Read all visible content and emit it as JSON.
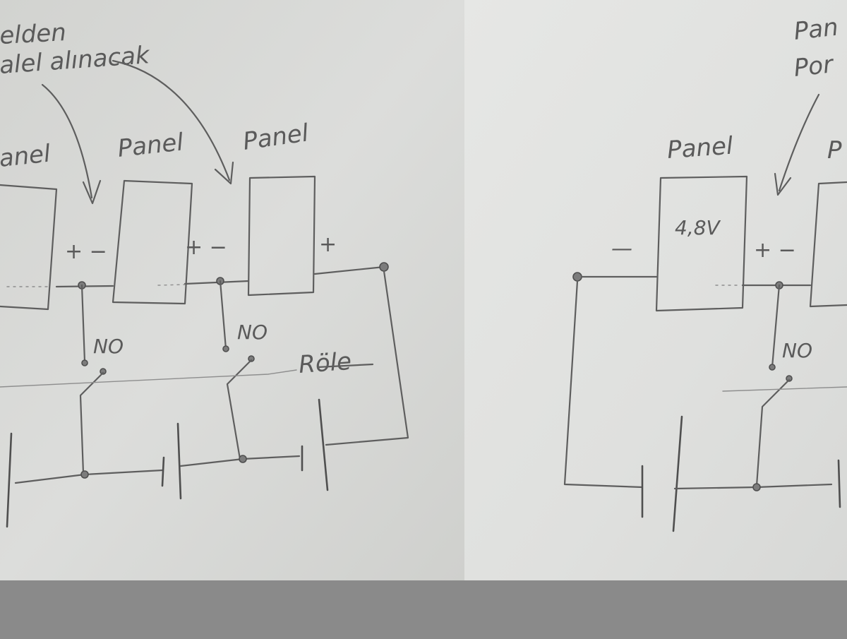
{
  "left_sketch": {
    "note_lines": [
      "elden",
      "alel alınacak"
    ],
    "panel_labels": [
      "anel",
      "Panel",
      "Panel"
    ],
    "sign_pairs": [
      "+ −",
      "+ −"
    ],
    "plus_terminal": "+",
    "switch_labels": [
      "NO",
      "NO"
    ],
    "relay_label": "Röle"
  },
  "right_sketch": {
    "note_lines": [
      "Pan",
      "Por"
    ],
    "panel_labels": [
      "Panel",
      "P"
    ],
    "panel_voltage": "4,8V",
    "minus_terminal": "—",
    "sign_pair": "+ −",
    "switch_label": "NO"
  },
  "colors": {
    "paper_left": "#d8d9d6",
    "paper_right": "#e2e3e0",
    "ink": "#5e5e5e",
    "background_band": "#8a8a8a"
  }
}
